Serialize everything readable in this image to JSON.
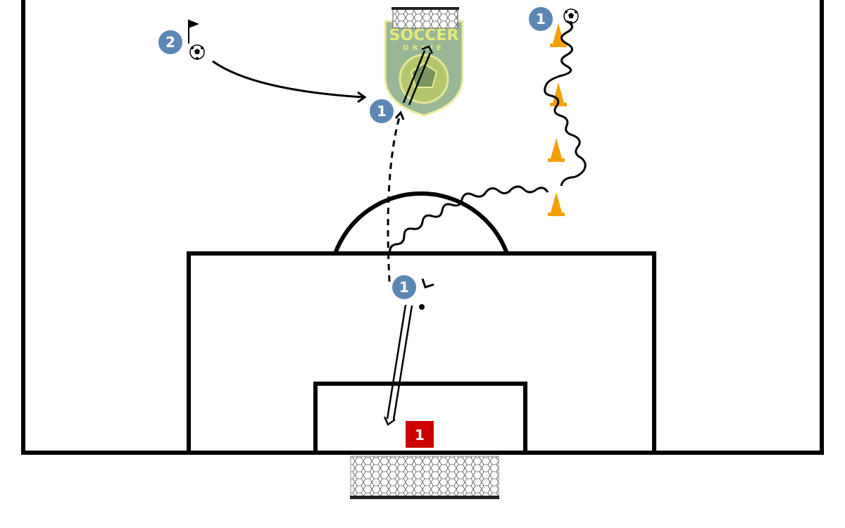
{
  "players": [
    {
      "id": "player-1-start",
      "label": "1",
      "team": "blue"
    },
    {
      "id": "player-2-server",
      "label": "2",
      "team": "blue"
    },
    {
      "id": "player-1-receive",
      "label": "1",
      "team": "blue"
    },
    {
      "id": "player-1-shoot",
      "label": "1",
      "team": "blue"
    }
  ],
  "goalkeeper": {
    "label": "1",
    "color": "#cc0000"
  },
  "logo": {
    "line1": "SOCCER",
    "line2": "DRIVE"
  },
  "colors": {
    "player": "#5b87b5",
    "cone": "#f5a000",
    "line": "#000000",
    "logo_fill": "#8fb08a",
    "logo_border": "#e9ec9a",
    "logo_text": "#e3ea7c"
  },
  "equipment": {
    "cones": 4,
    "balls": 2,
    "flags": 1,
    "goals": 2
  },
  "actions": [
    {
      "type": "dribble",
      "icon": "wavy-line"
    },
    {
      "type": "pass",
      "icon": "solid-arrow"
    },
    {
      "type": "run",
      "icon": "dashed-arrow"
    },
    {
      "type": "shot",
      "icon": "double-line-arrow"
    }
  ]
}
